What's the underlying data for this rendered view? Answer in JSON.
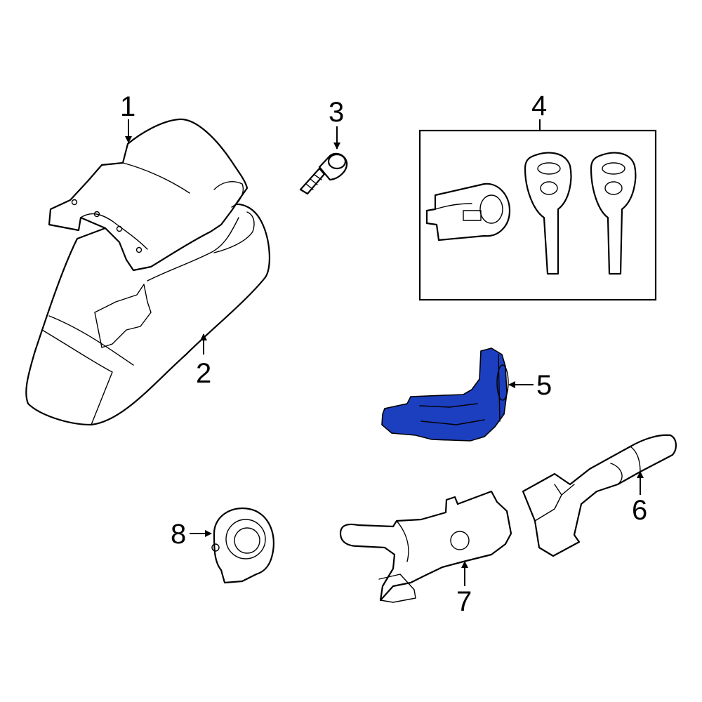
{
  "callouts": [
    {
      "id": "1",
      "label": "1"
    },
    {
      "id": "2",
      "label": "2"
    },
    {
      "id": "3",
      "label": "3"
    },
    {
      "id": "4",
      "label": "4"
    },
    {
      "id": "5",
      "label": "5"
    },
    {
      "id": "6",
      "label": "6"
    },
    {
      "id": "7",
      "label": "7"
    },
    {
      "id": "8",
      "label": "8"
    }
  ],
  "colors": {
    "line": "#000000",
    "background": "#ffffff",
    "highlight": "#1c3fbf",
    "highlight_dark": "#0d2488"
  }
}
